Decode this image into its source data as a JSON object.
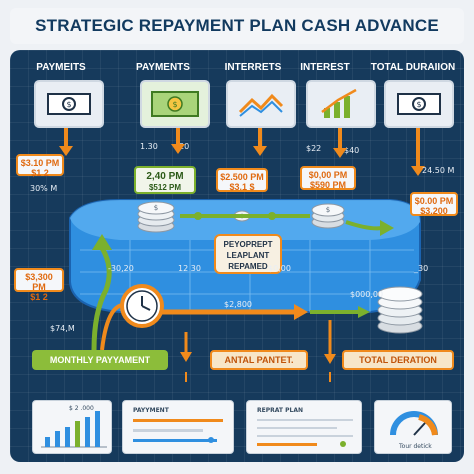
{
  "title": "STRATEGIC REPAYMENT PLAN CASH ADVANCE",
  "headers": [
    "PAYMEITS",
    "PAYMENTS",
    "INTERRETS",
    "INTEREST",
    "TOTAL DURAIION"
  ],
  "top_small_labels": [
    "1.30",
    "$20",
    "$22",
    "$40"
  ],
  "orange_boxes": [
    {
      "line1": "$3.10 PM",
      "line2": "$1 2"
    },
    {
      "line1": "$2.500 PM",
      "line2": "$3.1 $"
    },
    {
      "line1": "$0,00 PM",
      "line2": "$590 PM"
    },
    {
      "line1": "$0.00 PM",
      "line2": "$3.200"
    },
    {
      "line1": "$3,300 PM",
      "line2": "$1 2"
    }
  ],
  "green_box": {
    "line1": "2,40 PM",
    "line2": "$512 PM"
  },
  "center_note": [
    "PEYOPREPT",
    "LEAPLANT",
    "REPAMED"
  ],
  "side_labels": [
    "30% M",
    "24.50 M",
    "$74,M",
    "-30,20",
    "12 30",
    "$0,00",
    "$2,800",
    "_30",
    "$000,00"
  ],
  "banners": [
    "MONTHLY PAYYAMENT",
    "ANTAL PANTET.",
    "TOTAL DERATION"
  ],
  "mini_panels": [
    {
      "title": "$ 2 .000",
      "caption": ""
    },
    {
      "title": "PAYYMENT",
      "caption": ""
    },
    {
      "title": "REPRAT PLAN",
      "caption": ""
    },
    {
      "title": "Tour detick",
      "caption": ""
    }
  ],
  "colors": {
    "board": "#163a5c",
    "orange": "#f08a1c",
    "green": "#7bb02d",
    "blue": "#2f8fe0"
  }
}
